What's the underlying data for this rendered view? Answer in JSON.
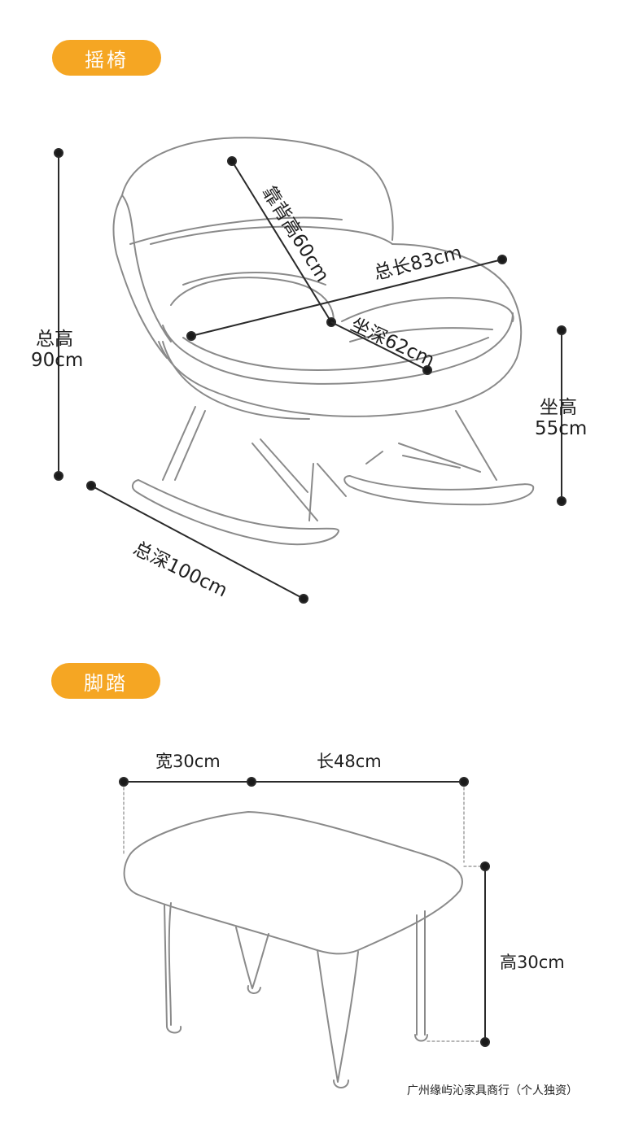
{
  "sections": {
    "chair": {
      "title": "摇椅"
    },
    "stool": {
      "title": "脚踏"
    }
  },
  "chair_dims": {
    "back_height": "靠背高60cm",
    "total_length": "总长83cm",
    "seat_depth": "坐深62cm",
    "total_height_label": "总高",
    "total_height_value": "90cm",
    "seat_height_label": "坐高",
    "seat_height_value": "55cm",
    "total_depth": "总深100cm"
  },
  "stool_dims": {
    "width": "宽30cm",
    "length": "长48cm",
    "height": "高30cm"
  },
  "footer": "广州缘屿沁家具商行（个人独资）",
  "colors": {
    "accent": "#f5a623",
    "line": "#2a2a2a",
    "sketch": "#8a8a8a"
  }
}
